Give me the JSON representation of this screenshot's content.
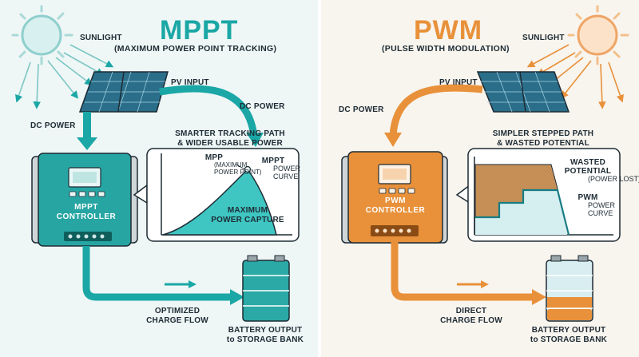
{
  "colors": {
    "mppt": "#1aa7a5",
    "mppt_dark": "#127a78",
    "pwm": "#e8913a",
    "pwm_dark": "#c06f22",
    "text": "#1d2b34"
  },
  "mppt": {
    "title": "MPPT",
    "subtitle": "(MAXIMUM POWER POINT TRACKING)",
    "sunlight": "SUNLIGHT",
    "pv_input": "PV INPUT",
    "dc_power_left": "DC POWER",
    "dc_power_right": "DC POWER",
    "chart_heading_1": "SMARTER TRACKING PATH",
    "chart_heading_2": "& WIDER USABLE POWER",
    "mpp_label": "MPP",
    "mpp_sub_1": "(MAXIMUM",
    "mpp_sub_2": "POWER POINT)",
    "curve_1": "MPPT",
    "curve_2": "POWER",
    "curve_3": "CURVE",
    "capture_1": "MAXIMUM",
    "capture_2": "POWER CAPTURE",
    "controller_1": "MPPT",
    "controller_2": "CONTROLLER",
    "flow_1": "OPTIMIZED",
    "flow_2": "CHARGE FLOW",
    "battery_1": "BATTERY OUTPUT",
    "battery_2": "to STORAGE BANK"
  },
  "pwm": {
    "title": "PWM",
    "subtitle": "(PULSE WIDTH MODULATION)",
    "sunlight": "SUNLIGHT",
    "pv_input": "PV INPUT",
    "dc_power": "DC POWER",
    "chart_heading_1": "SIMPLER STEPPED PATH",
    "chart_heading_2": "& WASTED POTENTIAL",
    "wasted_1": "WASTED",
    "wasted_2": "POTENTIAL",
    "wasted_3": "(POWER LOST)",
    "curve_1": "PWM",
    "curve_2": "POWER",
    "curve_3": "CURVE",
    "controller_1": "PWM",
    "controller_2": "CONTROLLER",
    "flow_1": "DIRECT",
    "flow_2": "CHARGE FLOW",
    "battery_1": "BATTERY OUTPUT",
    "battery_2": "to STORAGE BANK"
  }
}
